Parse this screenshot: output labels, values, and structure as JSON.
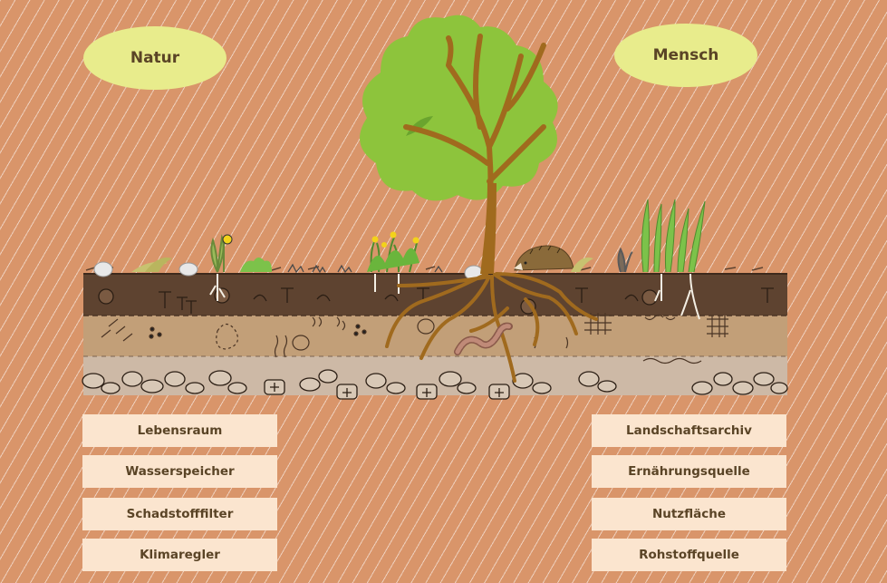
{
  "natur": {
    "title": "Natur",
    "items": [
      "Lebensraum",
      "Wasserspeicher",
      "Schadstofffilter",
      "Klimaregler"
    ]
  },
  "mensch": {
    "title": "Mensch",
    "items": [
      "Landschaftsarchiv",
      "Ernährungsquelle",
      "Nutzfläche",
      "Rohstoffquelle"
    ]
  },
  "colors": {
    "background": "#d9956a",
    "oval": "#e8ec8c",
    "box": "#fbe5cf",
    "text": "#5a4426",
    "topsoil": "#5e4330",
    "subsoil": "#c29f78",
    "bedrock": "#cdb9a6",
    "tree_crown": "#8dc43c",
    "tree_trunk": "#a06a1e"
  },
  "icons": [
    "tree",
    "dandelion",
    "flowers",
    "hedgehog",
    "earthworm",
    "grass",
    "stones"
  ]
}
